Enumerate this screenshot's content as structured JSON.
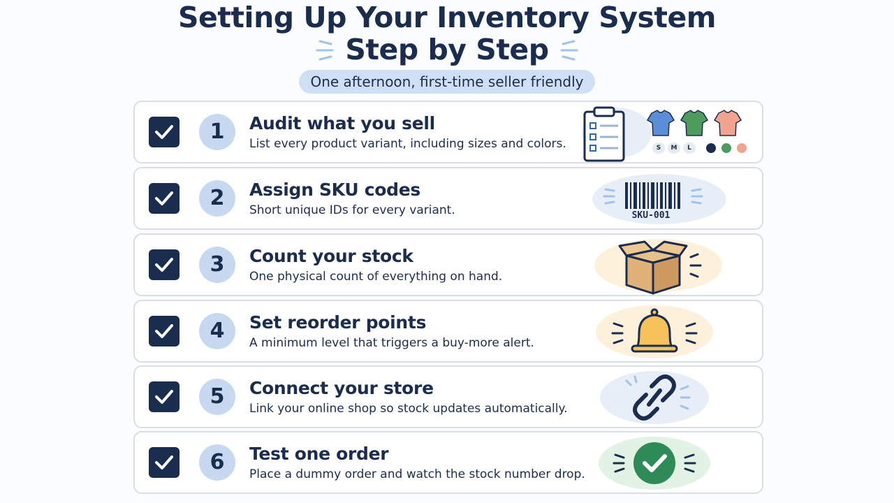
{
  "header": {
    "title_line1": "Setting Up Your Inventory System",
    "title_line2": "Step by Step",
    "subtitle": "One afternoon, first-time seller friendly"
  },
  "colors": {
    "navy": "#1b2d4f",
    "light_blue": "#c6d9f1",
    "pill_blue": "#cfe0f4",
    "green": "#2e8b57"
  },
  "steps": [
    {
      "number": "1",
      "title": "Audit what you sell",
      "description": "List every product variant, including sizes and colors.",
      "icon": "clipboard-icon",
      "checked": true,
      "sizes": [
        "S",
        "M",
        "L"
      ]
    },
    {
      "number": "2",
      "title": "Assign SKU codes",
      "description": "Short unique IDs for every variant.",
      "icon": "barcode-icon",
      "checked": true,
      "sku": "SKU-001"
    },
    {
      "number": "3",
      "title": "Count your stock",
      "description": "One physical count of everything on hand.",
      "icon": "box-icon",
      "checked": true
    },
    {
      "number": "4",
      "title": "Set reorder points",
      "description": "A minimum level that triggers a buy-more alert.",
      "icon": "bell-icon",
      "checked": true
    },
    {
      "number": "5",
      "title": "Connect your store",
      "description": "Link your online shop so stock updates automatically.",
      "icon": "link-icon",
      "checked": true
    },
    {
      "number": "6",
      "title": "Test one order",
      "description": "Place a dummy order and watch the stock number drop.",
      "icon": "check-circle-icon",
      "checked": true
    }
  ]
}
